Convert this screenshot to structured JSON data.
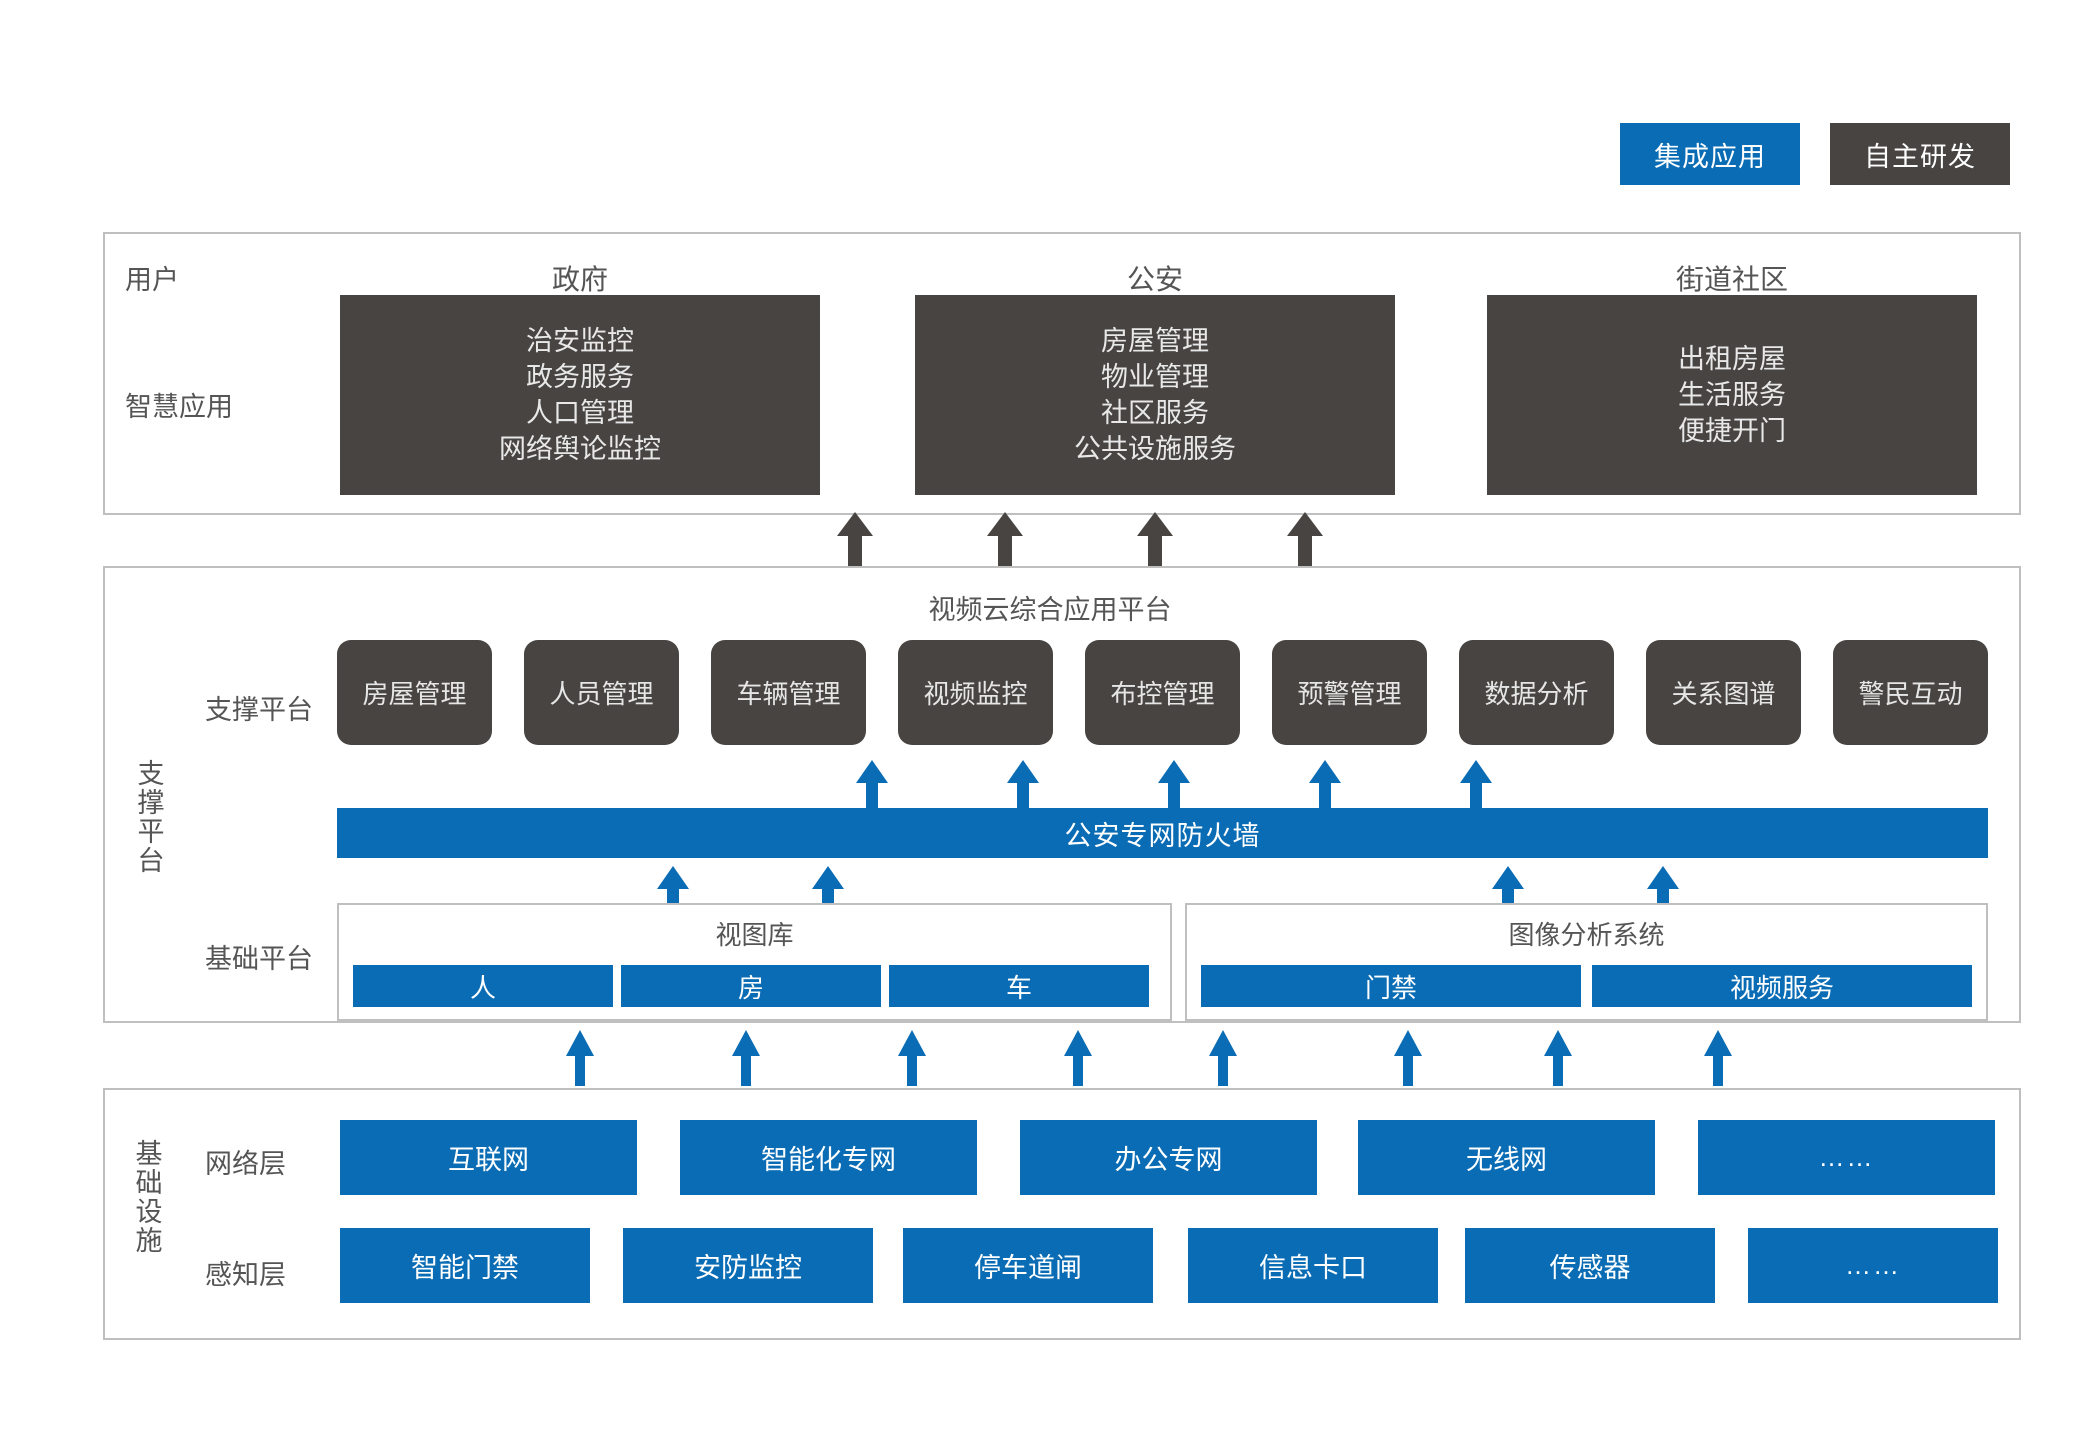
{
  "legend": {
    "items": [
      {
        "label": "集成应用",
        "color": "#0a6cb4",
        "name": "legend-integrated-application"
      },
      {
        "label": "自主研发",
        "color": "#474442",
        "name": "legend-self-developed"
      }
    ]
  },
  "colors": {
    "blue": "#0a6cb4",
    "dark_gray": "#474442",
    "frame_border": "#bfbfbf",
    "text_gray": "#555555"
  },
  "application_layer": {
    "row_labels": {
      "user": "用户",
      "smart_application": "智慧应用"
    },
    "columns": [
      {
        "title": "政府",
        "items": [
          "治安监控",
          "政务服务",
          "人口管理",
          "网络舆论监控"
        ]
      },
      {
        "title": "公安",
        "items": [
          "房屋管理",
          "物业管理",
          "社区服务",
          "公共设施服务"
        ]
      },
      {
        "title": "街道社区",
        "items": [
          "出租房屋",
          "生活服务",
          "便捷开门"
        ]
      }
    ]
  },
  "support_layer": {
    "side_label": "支撑平台",
    "platform_title": "视频云综合应用平台",
    "row_labels": {
      "support_platform": "支撑平台",
      "base_platform": "基础平台"
    },
    "modules": [
      "房屋管理",
      "人员管理",
      "车辆管理",
      "视频监控",
      "布控管理",
      "预警管理",
      "数据分析",
      "关系图谱",
      "警民互动"
    ],
    "firewall": "公安专网防火墙",
    "base_groups": [
      {
        "title": "视图库",
        "items": [
          "人",
          "房",
          "车"
        ]
      },
      {
        "title": "图像分析系统",
        "items": [
          "门禁",
          "视频服务"
        ]
      }
    ]
  },
  "infrastructure_layer": {
    "side_label": "基础设施",
    "rows": [
      {
        "label": "网络层",
        "items": [
          "互联网",
          "智能化专网",
          "办公专网",
          "无线网",
          "……"
        ]
      },
      {
        "label": "感知层",
        "items": [
          "智能门禁",
          "安防监控",
          "停车道闸",
          "信息卡口",
          "传感器",
          "……"
        ]
      }
    ]
  }
}
